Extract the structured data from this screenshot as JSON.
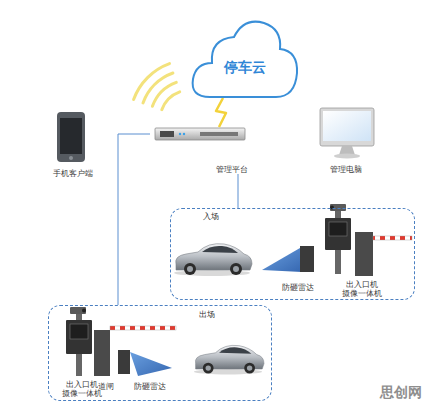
{
  "diagram": {
    "nodes": [
      {
        "text": [
          "停车云"
        ]
      },
      {
        "text": [
          "手机客户端"
        ]
      },
      {
        "text": [
          "管理平台"
        ]
      },
      {
        "text": [
          "管理电脑"
        ]
      },
      {
        "text": [
          "入场"
        ]
      },
      {
        "text": [
          "出场"
        ]
      }
    ],
    "edges": [
      {
        "from": 0,
        "to": 2,
        "arrow": "none"
      },
      {
        "from": 2,
        "to": 4,
        "arrow": "none"
      },
      {
        "from": 2,
        "to": 5,
        "arrow": "none"
      }
    ],
    "labels": [
      "防砸雷达",
      "出入口机 摄像一体机",
      "出入口机 摄像一体机",
      "道闸",
      "防砸雷达",
      "思创网"
    ]
  }
}
